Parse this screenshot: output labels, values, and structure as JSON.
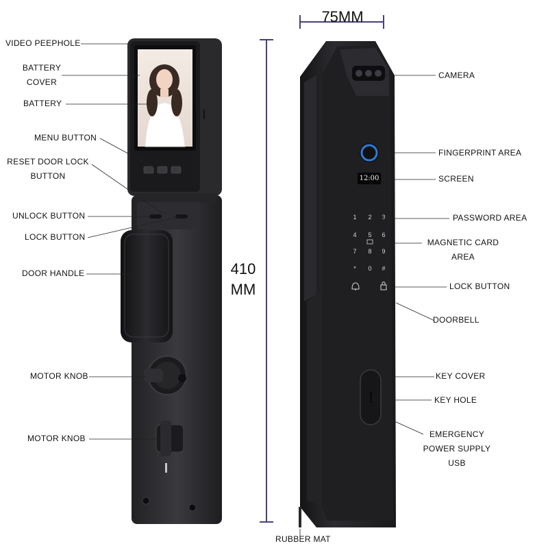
{
  "dimensions": {
    "width_label": "75MM",
    "height_label_line1": "410",
    "height_label_line2": "MM"
  },
  "front_view": {
    "screen_clock": "12:00",
    "labels": {
      "video_peephole": "VIDEO PEEPHOLE",
      "battery_cover_line1": "BATTERY",
      "battery_cover_line2": "COVER",
      "battery": "BATTERY",
      "menu_button": "MENU BUTTON",
      "reset_door_lock_line1": "RESET DOOR LOCK",
      "reset_door_lock_line2": "BUTTON",
      "unlock_button": "UNLOCK BUTTON",
      "lock_button": "LOCK BUTTON",
      "door_handle": "DOOR HANDLE",
      "motor_knob_1": "MOTOR KNOB",
      "motor_knob_2": "MOTOR KNOB"
    }
  },
  "side_view": {
    "keypad": [
      "1",
      "2",
      "3",
      "4",
      "5",
      "6",
      "7",
      "8",
      "9",
      "*",
      "0",
      "#"
    ],
    "labels": {
      "camera": "CAMERA",
      "fingerprint_area": "FINGERPRINT AREA",
      "screen": "SCREEN",
      "password_area": "PASSWORD AREA",
      "magnetic_card_line1": "MAGNETIC CARD",
      "magnetic_card_line2": "AREA",
      "lock_button": "LOCK BUTTON",
      "doorbell": "DOORBELL",
      "key_cover": "KEY COVER",
      "key_hole": "KEY HOLE",
      "emergency_line1": "EMERGENCY",
      "emergency_line2": "POWER SUPPLY",
      "emergency_line3": "USB",
      "rubber_mat": "RUBBER MAT"
    }
  },
  "colors": {
    "dimension_line": "#4a3f7a",
    "body_dark": "#1c1c1e",
    "body_mid": "#2e2e31",
    "accent_blue": "#2d7bd8"
  }
}
